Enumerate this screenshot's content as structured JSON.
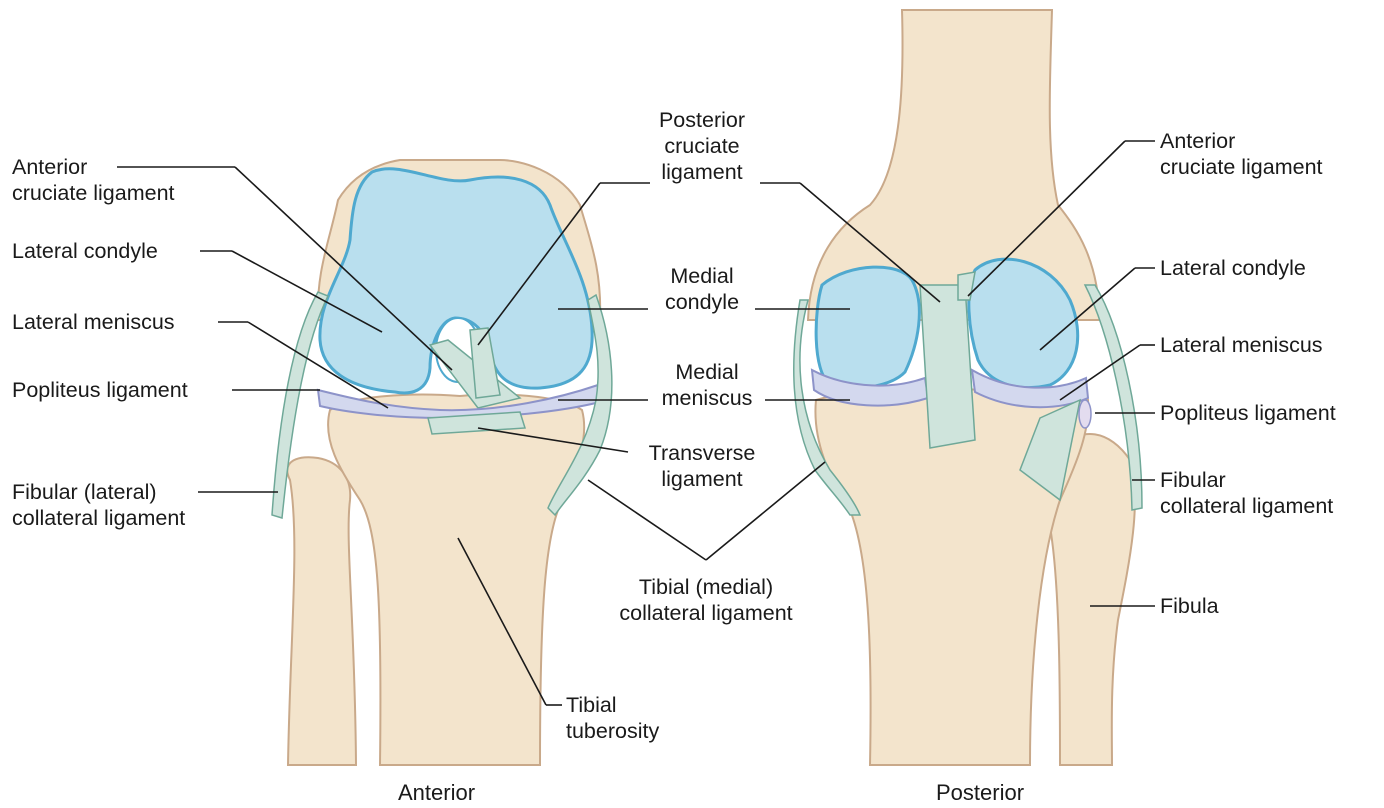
{
  "views": {
    "anterior": {
      "title": "Anterior",
      "labels": {
        "acl": [
          "Anterior",
          "cruciate ligament"
        ],
        "lateral_condyle": "Lateral condyle",
        "lateral_meniscus": "Lateral meniscus",
        "popliteus": "Popliteus ligament",
        "fibular_collateral": [
          "Fibular (lateral)",
          "collateral ligament"
        ],
        "pcl": [
          "Posterior",
          "cruciate",
          "ligament"
        ],
        "medial_condyle": [
          "Medial",
          "condyle"
        ],
        "medial_meniscus": [
          "Medial",
          "meniscus"
        ],
        "transverse": [
          "Transverse",
          "ligament"
        ],
        "tibial_tuberosity": [
          "Tibial",
          "tuberosity"
        ]
      }
    },
    "shared": {
      "tibial_collateral": [
        "Tibial (medial)",
        "collateral ligament"
      ]
    },
    "posterior": {
      "title": "Posterior",
      "labels": {
        "acl": [
          "Anterior",
          "cruciate ligament"
        ],
        "lateral_condyle": "Lateral condyle",
        "lateral_meniscus": "Lateral meniscus",
        "popliteus": "Popliteus ligament",
        "fibular_collateral": [
          "Fibular",
          "collateral ligament"
        ],
        "fibula": "Fibula"
      }
    }
  },
  "colors": {
    "bone": "#f3e4cc",
    "bone_outline": "#c9a98a",
    "cartilage": "#b9dfee",
    "cartilage_outline": "#4fa9cf",
    "ligament": "#cfe4dc",
    "ligament_outline": "#6fa898",
    "meniscus": "#d3d8ee",
    "meniscus_outline": "#8d93c9",
    "text": "#1a1a1a"
  }
}
